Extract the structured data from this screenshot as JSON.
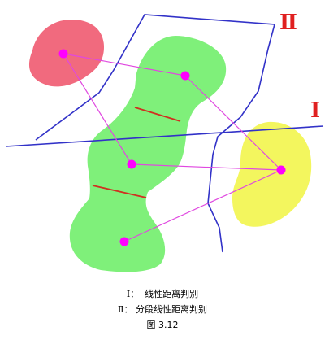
{
  "labels": {
    "boundary_one": "Ⅰ",
    "boundary_two": "Ⅱ"
  },
  "colors": {
    "region_pink": "#f16a7e",
    "region_green": "#7ff07a",
    "region_yellow": "#f3f65e",
    "boundary_line": "#3232c8",
    "connector_line": "#e048e0",
    "node_point": "#ff00ff",
    "separator_line": "#d03020",
    "label_red": "#e02020"
  },
  "caption": {
    "line1_label": "Ⅰ：",
    "line1_text": "线性距离判别",
    "line2_label": "Ⅱ：",
    "line2_text": "分段线性距离判别",
    "figure_label": "图 3.12"
  }
}
